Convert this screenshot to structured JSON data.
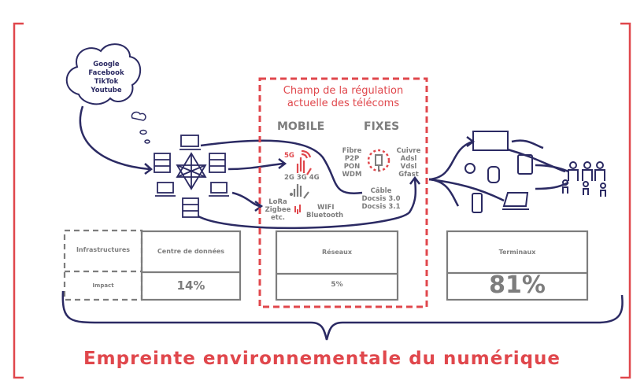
{
  "cloud": {
    "services": [
      "Google",
      "Facebook",
      "TikTok",
      "Youtube"
    ]
  },
  "regulation": {
    "title_line1": "Champ de la régulation",
    "title_line2": "actuelle des télécoms",
    "mobile_label": "MOBILE",
    "fixed_label": "FIXES",
    "mobile": {
      "tech_5g": "5G",
      "tech_legacy": "2G 3G 4G",
      "iot": [
        "LoRa",
        "Zigbee",
        "etc."
      ],
      "wifi": "WIFI",
      "bluetooth": "Bluetooth"
    },
    "fixed": {
      "fiber": [
        "Fibre",
        "P2P",
        "PON",
        "WDM"
      ],
      "copper": [
        "Cuivre",
        "Adsl",
        "Vdsl",
        "Gfast"
      ],
      "cable": [
        "Câble",
        "Docsis 3.0",
        "Docsis 3.1"
      ]
    }
  },
  "table": {
    "row_header_1": "Infrastructures",
    "row_header_2": "Impact",
    "columns": [
      {
        "name": "Centre de données",
        "impact": "14%"
      },
      {
        "name": "Réseaux",
        "impact": "5%"
      },
      {
        "name": "Terminaux",
        "impact": "81%"
      }
    ]
  },
  "footer_title": "Empreinte environnementale du numérique",
  "colors": {
    "navy": "#2b2a63",
    "red": "#e0474c",
    "grey": "#7d7d7d"
  }
}
